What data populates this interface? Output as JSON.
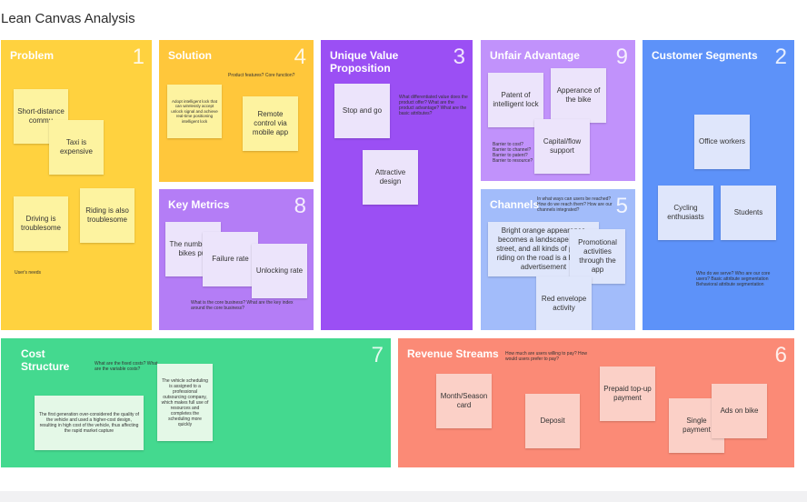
{
  "title": "Lean Canvas Analysis",
  "colors": {
    "problem": "#ffd23f",
    "solution": "#ffc73b",
    "uvp": "#9b4ff4",
    "unfair": "#c192fb",
    "segments": "#5d92f9",
    "metrics": "#b47df6",
    "channels": "#a2bcfa",
    "cost": "#44d98f",
    "revenue": "#fb8a76"
  },
  "problem": {
    "title": "Problem",
    "number": "1",
    "notes": [
      "Short-distance commu",
      "Taxi is expensive",
      "Driving is troublesome",
      "Riding is also troublesome"
    ],
    "question": "User's needs"
  },
  "solution": {
    "title": "Solution",
    "number": "4",
    "question": "Product features? Core function?",
    "notes": [
      "Adopt intelligent lock that can wirelessly accept unlock signal and achieve real-time positioning intelligent lock",
      "Remote control via mobile app"
    ]
  },
  "uvp": {
    "title": "Unique Value Proposition",
    "number": "3",
    "question": "What differentiated value does the product offer? What are the product advantage? What are the basic attributes?",
    "notes": [
      "Stop and go",
      "Attractive design"
    ]
  },
  "unfair": {
    "title": "Unfair Advantage",
    "number": "9",
    "question": "Barrier to cost? Barrier to channel? Barrier to patent? Barrier to resource?",
    "notes": [
      "Patent of intelligent lock",
      "Apperance of the bike",
      "Capital/flow support"
    ]
  },
  "segments": {
    "title": "Customer Segments",
    "number": "2",
    "question": "Who do we serve? Who are our core users? Basic attribute segmentation Behavioral attribute segmentation",
    "notes": [
      "Office workers",
      "Cycling enthusiasts",
      "Students"
    ]
  },
  "metrics": {
    "title": "Key Metrics",
    "number": "8",
    "question": "What is the core business? What are the key index around the core business?",
    "notes": [
      "The number of bikes put",
      "Failure rate",
      "Unlocking rate"
    ]
  },
  "channels": {
    "title": "Channels",
    "number": "5",
    "question": "In what ways can users be reached? How do we reach them? How are our channels integrated?",
    "notes": [
      "Bright orange appearance becomes a landscape of the street, and all kinds of people riding on the road is a kind of advertisement",
      "Promotional activities through the app",
      "Red envelope activity"
    ]
  },
  "cost": {
    "title": "Cost Structure",
    "number": "7",
    "question": "What are the fixed costs? What are the variable costs?",
    "notes": [
      "The first generation over-considered the quality of the vehicle and used a higher-cost design, resulting in high cost of the vehicle, thus affecting the rapid market capture",
      "The vehicle scheduling is assigned to a professional outsourcing company, which makes full use of resources and completes the scheduling more quickly"
    ]
  },
  "revenue": {
    "title": "Revenue Streams",
    "number": "6",
    "question": "How much are users willing to pay? How would users prefer to pay?",
    "notes": [
      "Month/Season card",
      "Deposit",
      "Prepaid top-up payment",
      "Single payment",
      "Ads on bike"
    ]
  }
}
